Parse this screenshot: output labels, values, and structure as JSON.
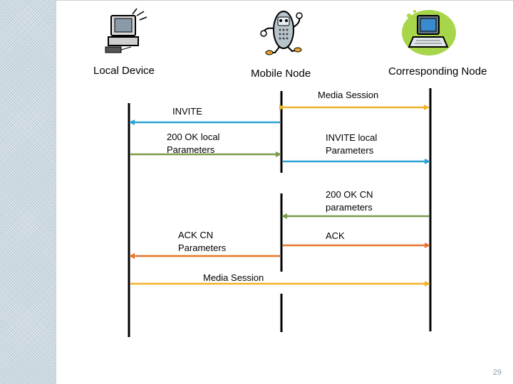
{
  "nodes": {
    "local": "Local Device",
    "mobile": "Mobile Node",
    "corresponding": "Corresponding Node"
  },
  "messages": {
    "media_session_top": "Media Session",
    "invite": "INVITE",
    "ok_local_1": "200 OK local",
    "ok_local_2": "Parameters",
    "invite_local_1": "INVITE local",
    "invite_local_2": "Parameters",
    "ok_cn_1": "200 OK CN",
    "ok_cn_2": "parameters",
    "ack_cn_1": "ACK CN",
    "ack_cn_2": "Parameters",
    "ack": "ACK",
    "media_session_bottom": "Media Session"
  },
  "page_number": "29",
  "colors": {
    "media": "#f0b428",
    "invite": "#2aa3d4",
    "ok": "#7a9a4a",
    "ack": "#e8742a",
    "lifeline": "#000000"
  },
  "icons": {
    "local": "desktop-computer-icon",
    "mobile": "cartoon-cellphone-icon",
    "corresponding": "laptop-icon"
  }
}
